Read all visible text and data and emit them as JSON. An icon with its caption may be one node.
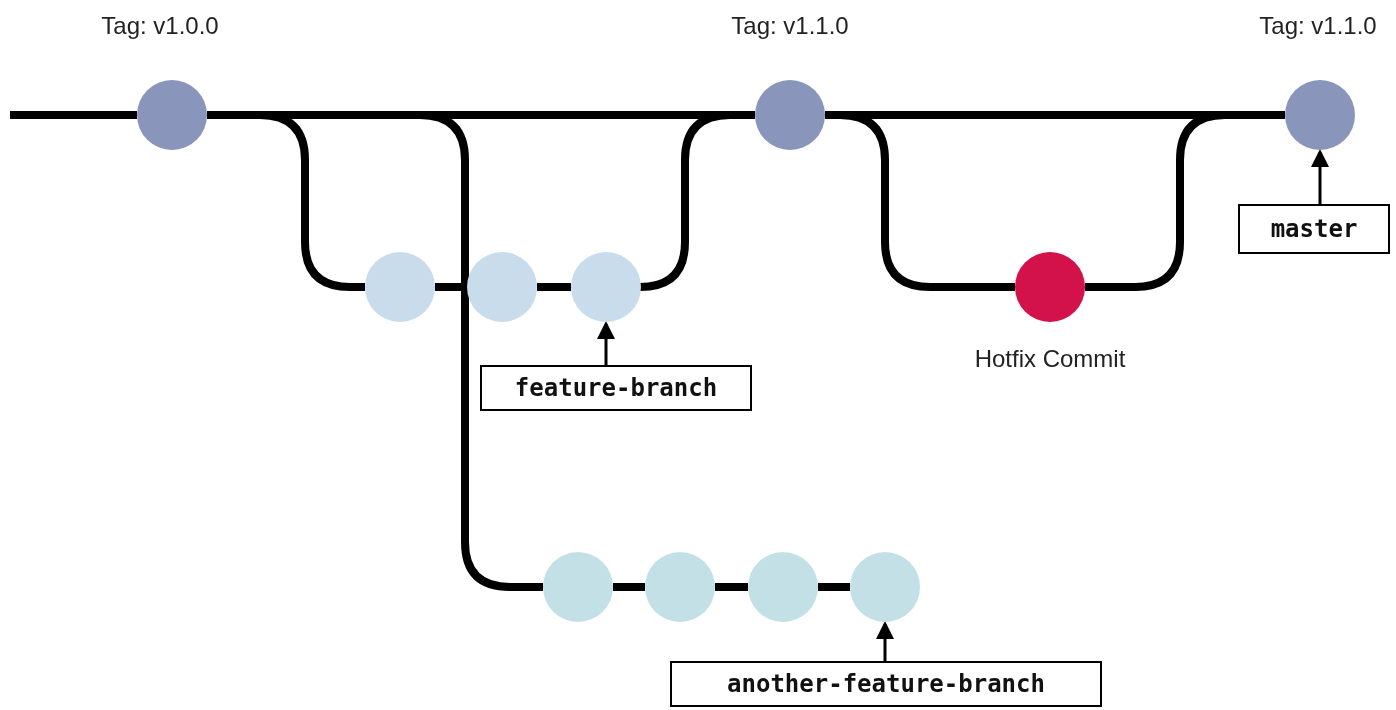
{
  "diagram": {
    "nodes": [
      {
        "text": [],
        "shape": "circle",
        "beside": [
          "Tag: v1.0.0"
        ]
      },
      {
        "text": [],
        "shape": "circle",
        "beside": [
          "Tag: v1.1.0"
        ]
      },
      {
        "text": [],
        "shape": "circle",
        "beside": [
          "Tag: v1.1.0"
        ]
      },
      {
        "text": [],
        "shape": "circle"
      },
      {
        "text": [],
        "shape": "circle"
      },
      {
        "text": [],
        "shape": "circle"
      },
      {
        "text": [],
        "shape": "circle",
        "beside": [
          "Hotfix Commit"
        ]
      },
      {
        "text": [],
        "shape": "circle"
      },
      {
        "text": [],
        "shape": "circle"
      },
      {
        "text": [],
        "shape": "circle"
      },
      {
        "text": [],
        "shape": "circle"
      },
      {
        "text": [
          "feature-branch"
        ]
      },
      {
        "text": [
          "master"
        ]
      },
      {
        "text": [
          "another-feature-branch"
        ]
      }
    ],
    "edges": [
      {
        "from": null,
        "to": 0,
        "arrow": "none"
      },
      {
        "from": 0,
        "to": 1,
        "arrow": "none"
      },
      {
        "from": 1,
        "to": 2,
        "arrow": "none"
      },
      {
        "from": 0,
        "to": 3,
        "arrow": "none"
      },
      {
        "from": 3,
        "to": 4,
        "arrow": "none"
      },
      {
        "from": 4,
        "to": 5,
        "arrow": "none"
      },
      {
        "from": 5,
        "to": 1,
        "arrow": "none"
      },
      {
        "from": 0,
        "to": 7,
        "arrow": "none"
      },
      {
        "from": 7,
        "to": 8,
        "arrow": "none"
      },
      {
        "from": 8,
        "to": 9,
        "arrow": "none"
      },
      {
        "from": 9,
        "to": 10,
        "arrow": "none"
      },
      {
        "from": 1,
        "to": 6,
        "arrow": "none"
      },
      {
        "from": 6,
        "to": 2,
        "arrow": "none"
      },
      {
        "from": 11,
        "to": 5,
        "arrow": "to"
      },
      {
        "from": 12,
        "to": 2,
        "arrow": "to"
      },
      {
        "from": 13,
        "to": 10,
        "arrow": "to"
      }
    ]
  }
}
